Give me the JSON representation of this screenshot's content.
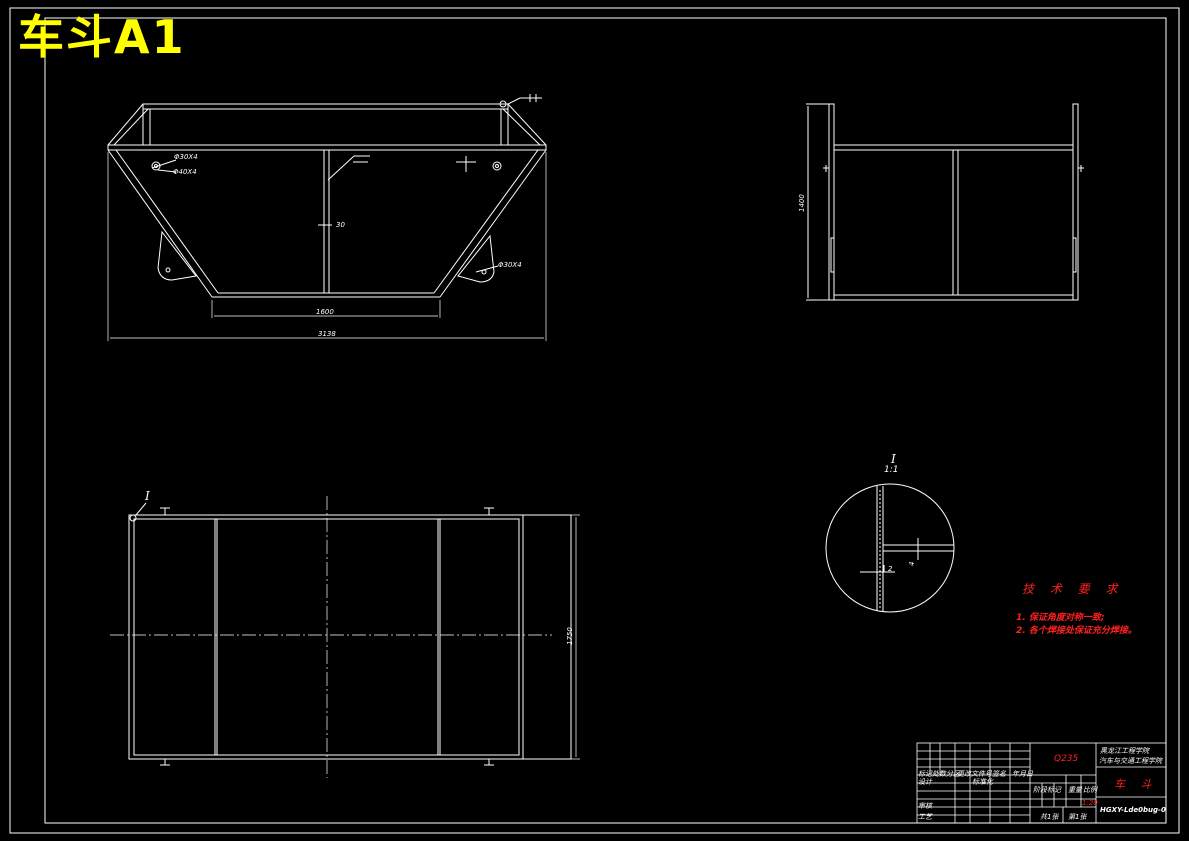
{
  "sheet": {
    "title": "车斗A1"
  },
  "dimensions": {
    "front_top_label": "Φ30X4",
    "front_mid_label": "Φ40X4",
    "front_right_label": "Φ30X4",
    "weld_size": "30",
    "bottom_length": "1600",
    "overall_length": "3138",
    "side_height": "1400",
    "plan_width": "1750",
    "detail_mark_plan": "I",
    "detail_mark": "I",
    "detail_scale": "1:1",
    "detail_weld_a": "4",
    "detail_weld_b": "2"
  },
  "tech_requirements": {
    "title": "技 术 要 求",
    "items": [
      "1. 保证角度对称一致;",
      "2. 各个焊接处保证充分焊接。"
    ]
  },
  "title_block": {
    "material": "Q235",
    "school_line1": "黑龙江工程学院",
    "school_line2": "汽车与交通工程学院",
    "part_name": "车 斗",
    "drawing_no": "HGXY-Lde0bug-0",
    "row_mark": "标记处数分区",
    "row_change": "更改文件号",
    "row_sign": "签名",
    "row_date": "年月日",
    "designer": "设计",
    "standard": "标准化",
    "review": "审核",
    "process": "工艺",
    "stage_label": "阶段标记",
    "weight_label": "重量",
    "scale_label": "比例",
    "scale_value": "1:20",
    "sheets_total": "共1张",
    "sheet_no": "第1张"
  }
}
